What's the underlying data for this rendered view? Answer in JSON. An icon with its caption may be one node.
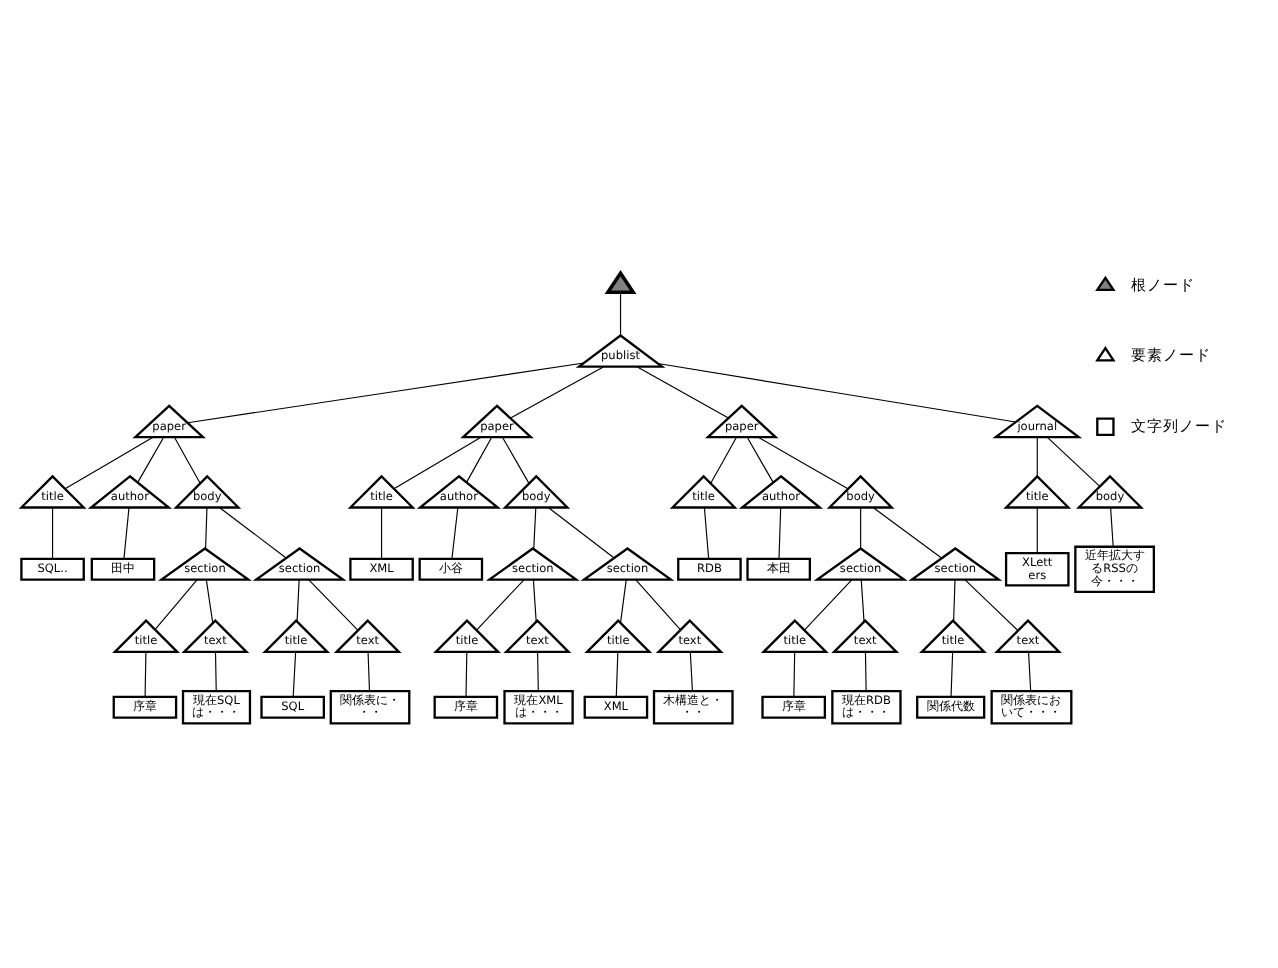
{
  "diagram": {
    "nodes": [
      {
        "text": [],
        "shape": "triangle"
      },
      {
        "text": [
          "publist"
        ]
      },
      {
        "text": [
          "paper"
        ]
      },
      {
        "text": [
          "paper"
        ]
      },
      {
        "text": [
          "paper"
        ]
      },
      {
        "text": [
          "journal"
        ]
      },
      {
        "text": [
          "title"
        ]
      },
      {
        "text": [
          "author"
        ]
      },
      {
        "text": [
          "body"
        ]
      },
      {
        "text": [
          "title"
        ]
      },
      {
        "text": [
          "author"
        ]
      },
      {
        "text": [
          "body"
        ]
      },
      {
        "text": [
          "title"
        ]
      },
      {
        "text": [
          "author"
        ]
      },
      {
        "text": [
          "body"
        ]
      },
      {
        "text": [
          "title"
        ]
      },
      {
        "text": [
          "body"
        ]
      },
      {
        "text": [
          "SQL.."
        ]
      },
      {
        "text": [
          "田中"
        ]
      },
      {
        "text": [
          "XML"
        ]
      },
      {
        "text": [
          "小谷"
        ]
      },
      {
        "text": [
          "RDB"
        ]
      },
      {
        "text": [
          "本田"
        ]
      },
      {
        "text": [
          "XLetters"
        ]
      },
      {
        "text": [
          "近年拡大するRSSの今・・・"
        ]
      },
      {
        "text": [
          "section"
        ]
      },
      {
        "text": [
          "section"
        ]
      },
      {
        "text": [
          "section"
        ]
      },
      {
        "text": [
          "section"
        ]
      },
      {
        "text": [
          "section"
        ]
      },
      {
        "text": [
          "section"
        ]
      },
      {
        "text": [
          "title"
        ]
      },
      {
        "text": [
          "text"
        ]
      },
      {
        "text": [
          "title"
        ]
      },
      {
        "text": [
          "text"
        ]
      },
      {
        "text": [
          "title"
        ]
      },
      {
        "text": [
          "text"
        ]
      },
      {
        "text": [
          "title"
        ]
      },
      {
        "text": [
          "text"
        ]
      },
      {
        "text": [
          "title"
        ]
      },
      {
        "text": [
          "text"
        ]
      },
      {
        "text": [
          "title"
        ]
      },
      {
        "text": [
          "text"
        ]
      },
      {
        "text": [
          "序章"
        ]
      },
      {
        "text": [
          "現在SQLは・・・"
        ]
      },
      {
        "text": [
          "SQL"
        ]
      },
      {
        "text": [
          "関係表に・・・"
        ]
      },
      {
        "text": [
          "序章"
        ]
      },
      {
        "text": [
          "現在XMLは・・・"
        ]
      },
      {
        "text": [
          "XML"
        ]
      },
      {
        "text": [
          "木構造と・・・"
        ]
      },
      {
        "text": [
          "序章"
        ]
      },
      {
        "text": [
          "現在RDBは・・・"
        ]
      },
      {
        "text": [
          "関係代数"
        ]
      },
      {
        "text": [
          "関係表において・・・"
        ]
      }
    ],
    "edges": [
      {
        "from": 0,
        "to": 1,
        "arrow": "none"
      },
      {
        "from": 1,
        "to": 2,
        "arrow": "none"
      },
      {
        "from": 1,
        "to": 3,
        "arrow": "none"
      },
      {
        "from": 1,
        "to": 4,
        "arrow": "none"
      },
      {
        "from": 1,
        "to": 5,
        "arrow": "none"
      },
      {
        "from": 2,
        "to": 6,
        "arrow": "none"
      },
      {
        "from": 2,
        "to": 7,
        "arrow": "none"
      },
      {
        "from": 2,
        "to": 8,
        "arrow": "none"
      },
      {
        "from": 3,
        "to": 9,
        "arrow": "none"
      },
      {
        "from": 3,
        "to": 10,
        "arrow": "none"
      },
      {
        "from": 3,
        "to": 11,
        "arrow": "none"
      },
      {
        "from": 4,
        "to": 12,
        "arrow": "none"
      },
      {
        "from": 4,
        "to": 13,
        "arrow": "none"
      },
      {
        "from": 4,
        "to": 14,
        "arrow": "none"
      },
      {
        "from": 5,
        "to": 15,
        "arrow": "none"
      },
      {
        "from": 5,
        "to": 16,
        "arrow": "none"
      },
      {
        "from": 6,
        "to": 17,
        "arrow": "none"
      },
      {
        "from": 7,
        "to": 18,
        "arrow": "none"
      },
      {
        "from": 9,
        "to": 19,
        "arrow": "none"
      },
      {
        "from": 10,
        "to": 20,
        "arrow": "none"
      },
      {
        "from": 12,
        "to": 21,
        "arrow": "none"
      },
      {
        "from": 13,
        "to": 22,
        "arrow": "none"
      },
      {
        "from": 15,
        "to": 23,
        "arrow": "none"
      },
      {
        "from": 16,
        "to": 24,
        "arrow": "none"
      },
      {
        "from": 8,
        "to": 25,
        "arrow": "none"
      },
      {
        "from": 8,
        "to": 26,
        "arrow": "none"
      },
      {
        "from": 11,
        "to": 27,
        "arrow": "none"
      },
      {
        "from": 11,
        "to": 28,
        "arrow": "none"
      },
      {
        "from": 14,
        "to": 29,
        "arrow": "none"
      },
      {
        "from": 14,
        "to": 30,
        "arrow": "none"
      },
      {
        "from": 25,
        "to": 31,
        "arrow": "none"
      },
      {
        "from": 25,
        "to": 32,
        "arrow": "none"
      },
      {
        "from": 26,
        "to": 33,
        "arrow": "none"
      },
      {
        "from": 26,
        "to": 34,
        "arrow": "none"
      },
      {
        "from": 27,
        "to": 35,
        "arrow": "none"
      },
      {
        "from": 27,
        "to": 36,
        "arrow": "none"
      },
      {
        "from": 28,
        "to": 37,
        "arrow": "none"
      },
      {
        "from": 28,
        "to": 38,
        "arrow": "none"
      },
      {
        "from": 29,
        "to": 39,
        "arrow": "none"
      },
      {
        "from": 29,
        "to": 40,
        "arrow": "none"
      },
      {
        "from": 30,
        "to": 41,
        "arrow": "none"
      },
      {
        "from": 30,
        "to": 42,
        "arrow": "none"
      },
      {
        "from": 31,
        "to": 43,
        "arrow": "none"
      },
      {
        "from": 32,
        "to": 44,
        "arrow": "none"
      },
      {
        "from": 33,
        "to": 45,
        "arrow": "none"
      },
      {
        "from": 34,
        "to": 46,
        "arrow": "none"
      },
      {
        "from": 35,
        "to": 47,
        "arrow": "none"
      },
      {
        "from": 36,
        "to": 48,
        "arrow": "none"
      },
      {
        "from": 37,
        "to": 49,
        "arrow": "none"
      },
      {
        "from": 38,
        "to": 50,
        "arrow": "none"
      },
      {
        "from": 39,
        "to": 51,
        "arrow": "none"
      },
      {
        "from": 40,
        "to": 52,
        "arrow": "none"
      },
      {
        "from": 41,
        "to": 53,
        "arrow": "none"
      },
      {
        "from": 42,
        "to": 54,
        "arrow": "none"
      }
    ],
    "legend": [
      {
        "text": "根ノード"
      },
      {
        "text": "要素ノード"
      },
      {
        "text": "文字列ノード"
      }
    ]
  }
}
